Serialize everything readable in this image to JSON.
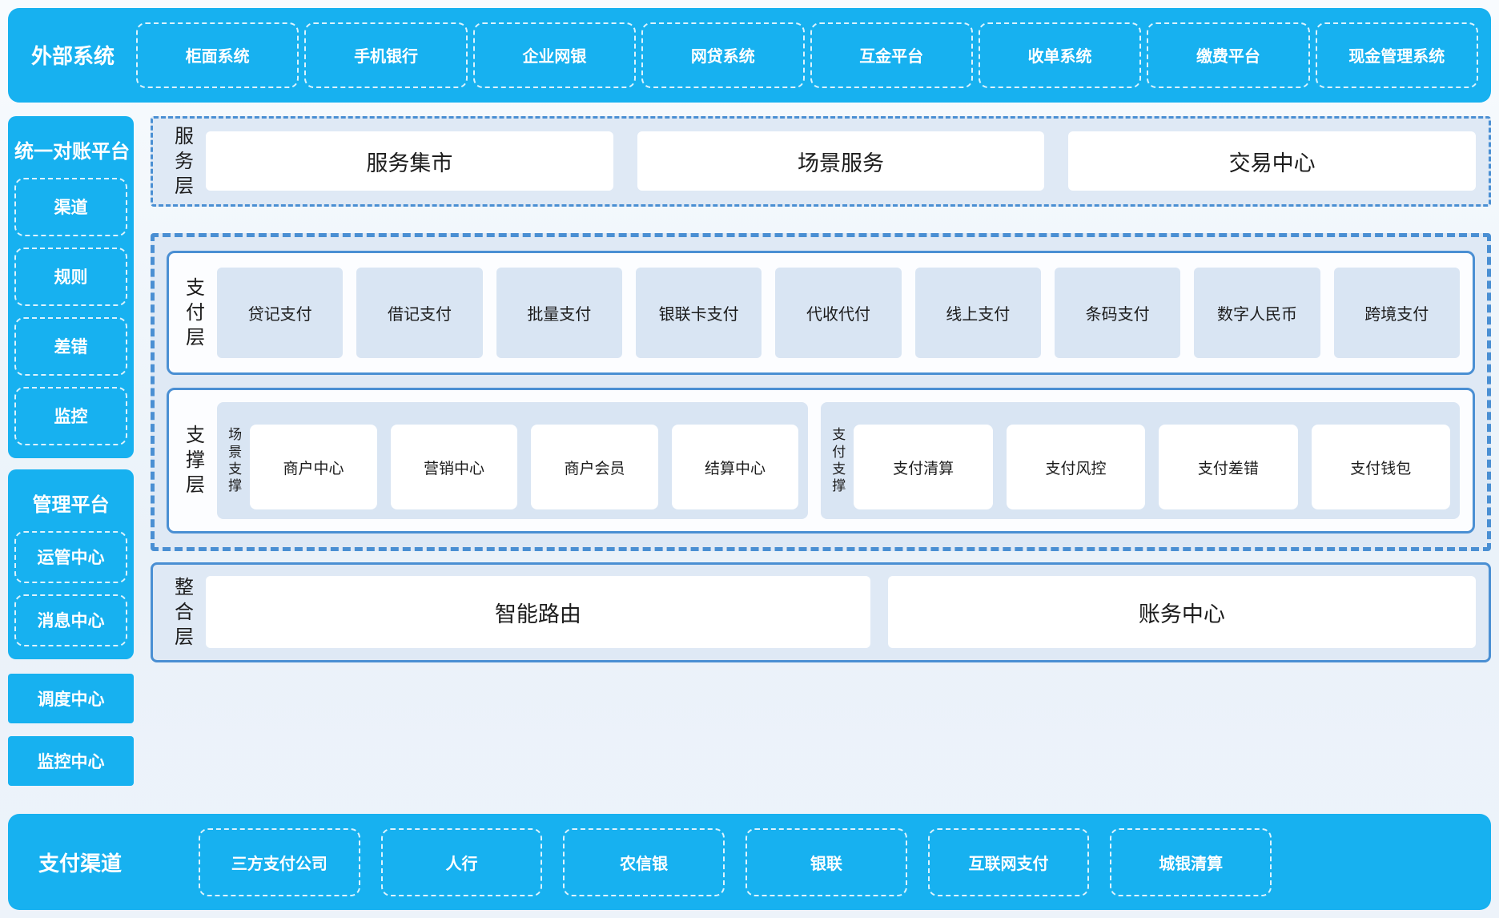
{
  "colors": {
    "brand_blue": "#17b1f0",
    "border_blue": "#4a8fd3",
    "panel_light_blue": "#dfe9f5",
    "box_light_blue": "#d9e5f3",
    "white": "#ffffff",
    "dark_text": "#1c1c1c"
  },
  "top_bar": {
    "title": "外部系统",
    "items": [
      "柜面系统",
      "手机银行",
      "企业网银",
      "网贷系统",
      "互金平台",
      "收单系统",
      "缴费平台",
      "现金管理系统"
    ]
  },
  "left": {
    "reconciliation": {
      "title": "统一对账平台",
      "items": [
        "渠道",
        "规则",
        "差错",
        "监控"
      ]
    },
    "management": {
      "title": "管理平台",
      "items": [
        "运管中心",
        "消息中心"
      ]
    },
    "solo": [
      "调度中心",
      "监控中心"
    ]
  },
  "layers": {
    "service": {
      "label": "服务层",
      "items": [
        "服务集市",
        "场景服务",
        "交易中心"
      ]
    },
    "payment": {
      "label": "支付层",
      "items": [
        "贷记支付",
        "借记支付",
        "批量支付",
        "银联卡支付",
        "代收代付",
        "线上支付",
        "条码支付",
        "数字人民币",
        "跨境支付"
      ]
    },
    "support": {
      "label": "支撑层",
      "groups": [
        {
          "label": "场景支撑",
          "items": [
            "商户中心",
            "营销中心",
            "商户会员",
            "结算中心"
          ]
        },
        {
          "label": "支付支撑",
          "items": [
            "支付清算",
            "支付风控",
            "支付差错",
            "支付钱包"
          ]
        }
      ]
    },
    "integration": {
      "label": "整合层",
      "items": [
        "智能路由",
        "账务中心"
      ]
    }
  },
  "bottom_bar": {
    "title": "支付渠道",
    "items": [
      "三方支付公司",
      "人行",
      "农信银",
      "银联",
      "互联网支付",
      "城银清算"
    ]
  }
}
